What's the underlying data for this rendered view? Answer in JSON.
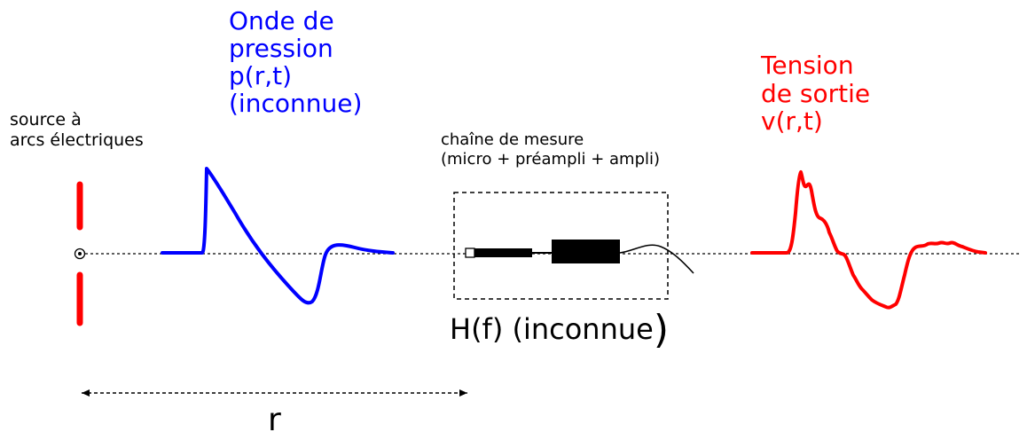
{
  "source": {
    "label_line1": "source à",
    "label_line2": "arcs électriques",
    "color": "#ff0000"
  },
  "pressure_wave": {
    "label_line1": "Onde de",
    "label_line2": "pression",
    "label_line3": "p(r,t)",
    "label_line4": "(inconnue)",
    "color": "#0000ff"
  },
  "measurement_chain": {
    "label_line1": "chaîne de mesure",
    "label_line2": "(micro + préampli + ampli)",
    "transfer_label": "H(f) (inconnue",
    "transfer_close": ")"
  },
  "output_voltage": {
    "label_line1": "Tension",
    "label_line2": "de sortie",
    "label_line3": "v(r,t)",
    "color": "#ff0000"
  },
  "distance": {
    "label": "r"
  }
}
